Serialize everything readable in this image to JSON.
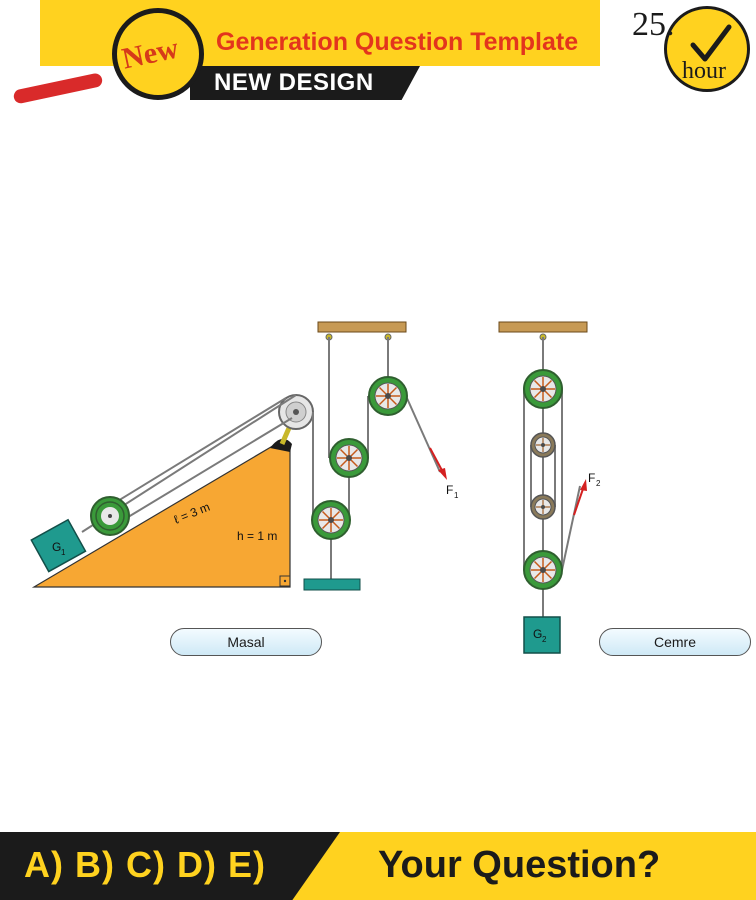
{
  "header": {
    "new_label": "New",
    "title": "Generation Question Template",
    "design_label": "NEW DESIGN",
    "clock_number": "25.",
    "clock_unit": "hour"
  },
  "figure": {
    "incline_length_label": "ℓ = 3 m",
    "incline_height_label": "h = 1 m",
    "block1_label": "G",
    "block1_sub": "1",
    "force1_label": "F",
    "force1_sub": "1",
    "force2_label": "F",
    "force2_sub": "2",
    "block2_label": "G",
    "block2_sub": "2"
  },
  "options": {
    "left_label": "Masal",
    "right_label": "Cemre"
  },
  "footer": {
    "answers": "A) B) C) D) E)",
    "question": "Your Question?"
  },
  "colors": {
    "accent_yellow": "#ffd21f",
    "dark": "#1b1b1b",
    "title_red": "#e3351d",
    "incline_orange": "#f7a733",
    "block_teal": "#1f9a8e",
    "pulley_green": "#3a9a3a",
    "beam_wood": "#c79a55",
    "force_red": "#d42020"
  }
}
